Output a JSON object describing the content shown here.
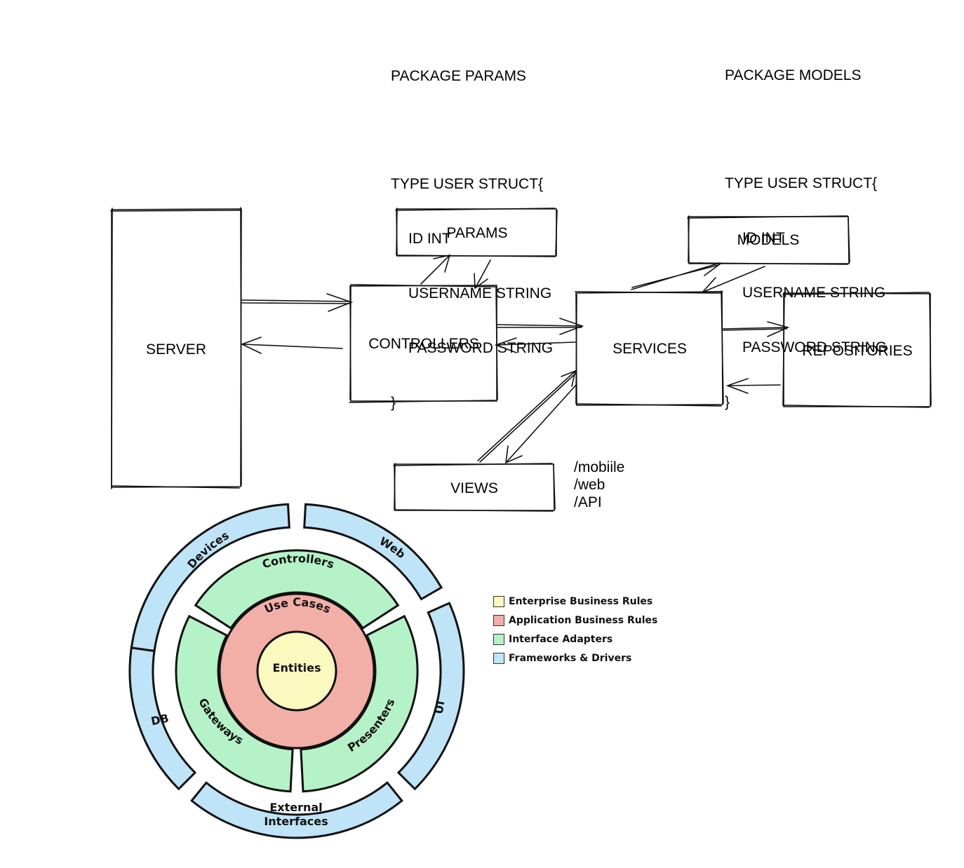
{
  "code_blocks": [
    {
      "package_line": "PACKAGE PARAMS",
      "type_line": "TYPE USER STRUCT{",
      "fields": [
        "ID INT",
        "USERNAME STRING",
        "PASSWORD STRING"
      ],
      "close": "}"
    },
    {
      "package_line": "PACKAGE MODELS",
      "type_line": "TYPE USER STRUCT{",
      "fields": [
        "ID INT",
        "USERNAME STRING",
        "PASSWORD STRING"
      ],
      "close": "}"
    }
  ],
  "boxes": {
    "server": "SERVER",
    "controllers": "CONTROLLERS",
    "params": "PARAMS",
    "services": "SERVICES",
    "models": "MODELS",
    "repositories": "REPOSITORIES",
    "views": "VIEWS"
  },
  "view_routes": [
    "/mobiile",
    "/web",
    "/API"
  ],
  "clean_arch": {
    "outer_ring": [
      "Devices",
      "Web",
      "UI",
      "External Interfaces",
      "DB"
    ],
    "outer_ring_external_lines": [
      "External",
      "Interfaces"
    ],
    "adapter_ring": [
      "Controllers",
      "Presenters",
      "Gateways"
    ],
    "use_cases": "Use Cases",
    "entities": "Entities",
    "colors": {
      "frameworks": "#bfe3f7",
      "adapters": "#b5f2c7",
      "use_cases": "#f2afa8",
      "entities": "#fbf8c0",
      "stroke": "#111111"
    }
  },
  "legend": [
    {
      "label": "Enterprise Business Rules",
      "color": "#fbf8c0"
    },
    {
      "label": "Application Business Rules",
      "color": "#f2afa8"
    },
    {
      "label": "Interface Adapters",
      "color": "#b5f2c7"
    },
    {
      "label": "Frameworks & Drivers",
      "color": "#bfe3f7"
    }
  ]
}
